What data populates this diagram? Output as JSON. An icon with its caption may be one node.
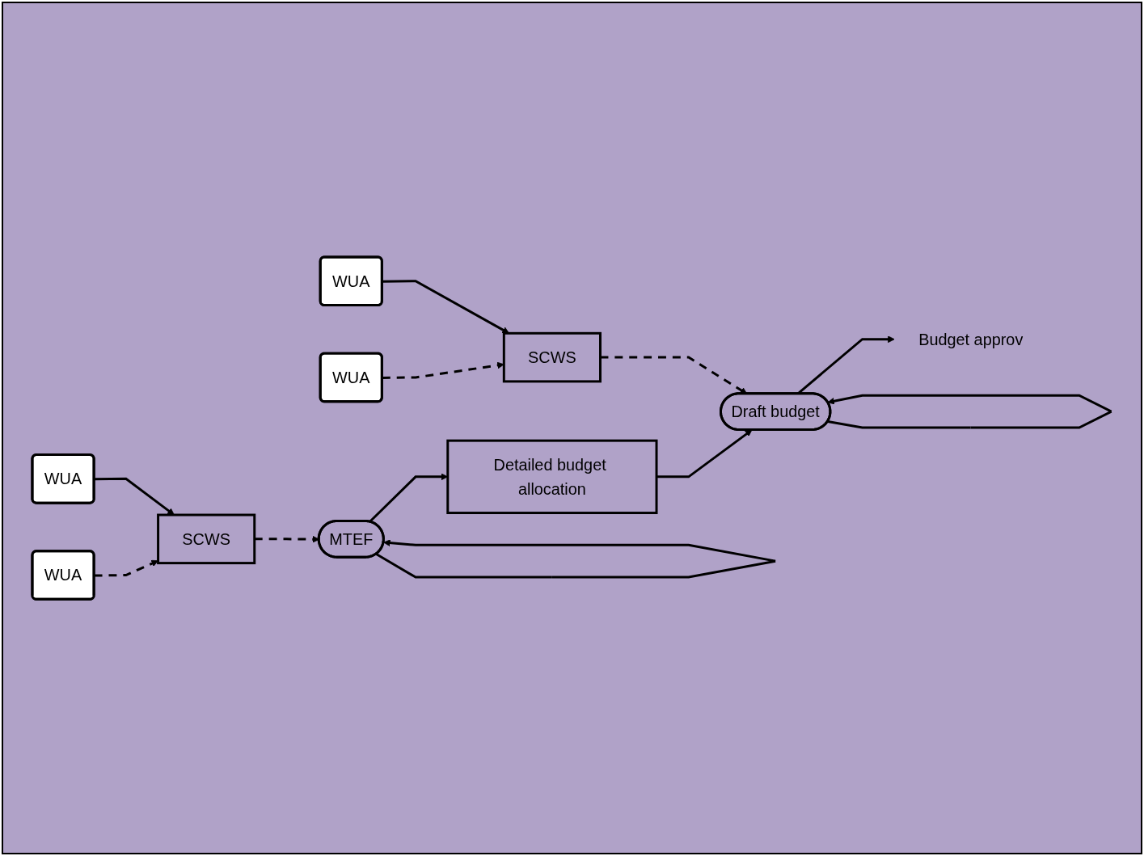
{
  "diagram": {
    "nodes": [
      {
        "text": [
          "WUA"
        ]
      },
      {
        "text": [
          "SCWS"
        ]
      },
      {
        "text": [
          "WUA"
        ]
      },
      {
        "text": [
          "MTEF"
        ]
      },
      {
        "text": [
          "Detailed budget allocation"
        ]
      },
      {
        "text": [
          "WUA"
        ]
      },
      {
        "text": [
          "SCWS"
        ]
      },
      {
        "text": [
          "Draft budget"
        ]
      },
      {
        "text": [
          "WUA"
        ]
      },
      {
        "text": [
          "Budget approv"
        ]
      }
    ],
    "edges": [
      {
        "from": 0,
        "to": 1,
        "arrow": "to",
        "style": "dashed"
      },
      {
        "from": 2,
        "to": 1,
        "arrow": "to"
      },
      {
        "from": 1,
        "to": 3,
        "arrow": "to",
        "style": "dashed"
      },
      {
        "from": 3,
        "to": 4,
        "arrow": "to"
      },
      {
        "from": 3,
        "to": 3,
        "arrow": "to"
      },
      {
        "from": 4,
        "to": 7,
        "arrow": "to"
      },
      {
        "from": 5,
        "to": 6,
        "arrow": "to",
        "style": "dashed"
      },
      {
        "from": 8,
        "to": 6,
        "arrow": "to"
      },
      {
        "from": 6,
        "to": 7,
        "arrow": "to",
        "style": "dashed"
      },
      {
        "from": 7,
        "to": 7,
        "arrow": "to"
      },
      {
        "from": 7,
        "to": 9,
        "arrow": "to"
      }
    ]
  }
}
